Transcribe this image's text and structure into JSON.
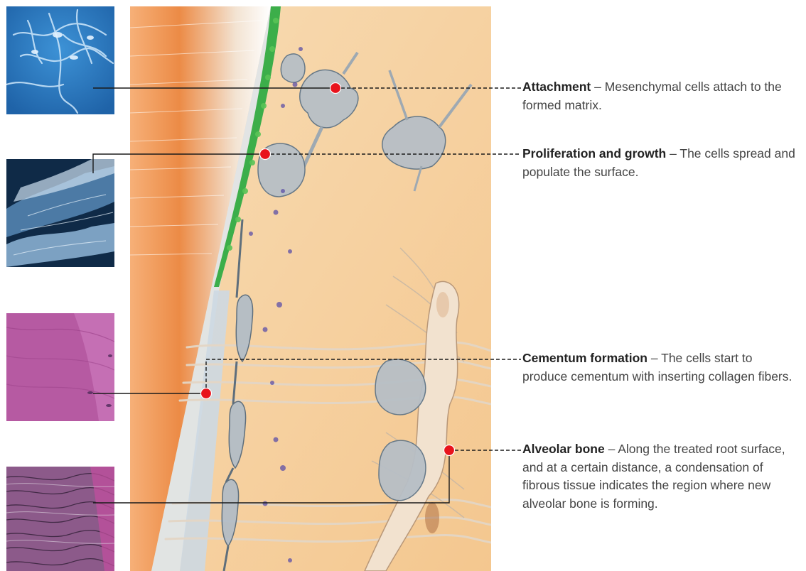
{
  "labels": [
    {
      "title": "Attachment",
      "text": "Mesenchymal cells attach to the formed matrix."
    },
    {
      "title": "Proliferation and growth",
      "text": "The cells spread and populate the surface."
    },
    {
      "title": "Cementum formation",
      "text": "The cells start to produce cementum with inserting collagen fibers."
    },
    {
      "title": "Alveolar bone",
      "text": "Along the treated root surface, and at a certain distance, a condensation of fibrous tissue indicates the region where new alveolar bone is forming."
    }
  ],
  "separator": " – ",
  "colors": {
    "marker": "#e8131c",
    "leader": "#1a1a1a",
    "panel_blue": "#2e7fc6",
    "panel_dark": "#14304f",
    "panel_magenta": "#b0559c",
    "panel_he": "#8a4f86",
    "tissue_bg": "#f6cf9c",
    "root_orange": "#e98c4a",
    "matrix_green": "#3cae4a",
    "cell_grey": "#b7bfc6"
  }
}
